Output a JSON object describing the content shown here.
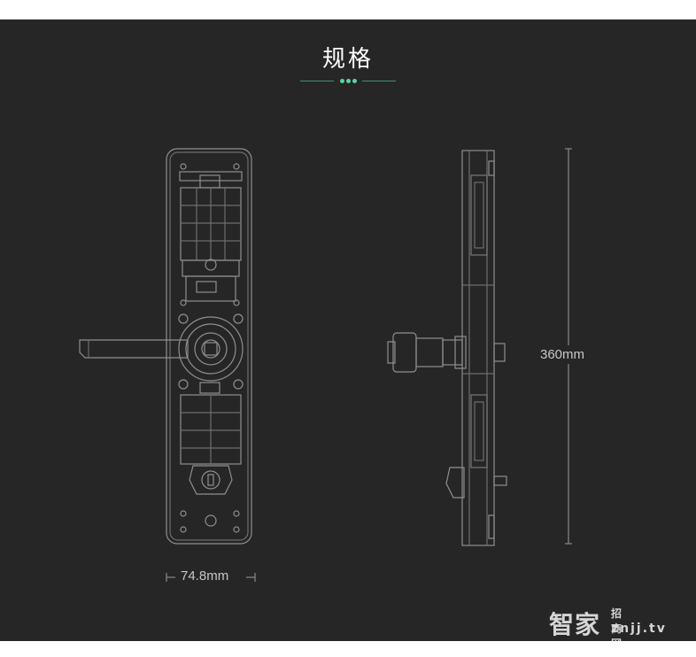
{
  "header": {
    "title": "规格"
  },
  "dimensions": {
    "width_label": "74.8mm",
    "height_label": "360mm"
  },
  "watermark": {
    "brand": "智家",
    "tagline": "招商网",
    "url": "znjj.tv"
  },
  "colors": {
    "background": "#262626",
    "accent": "#4fc08d",
    "line": "#9a9a9a"
  }
}
